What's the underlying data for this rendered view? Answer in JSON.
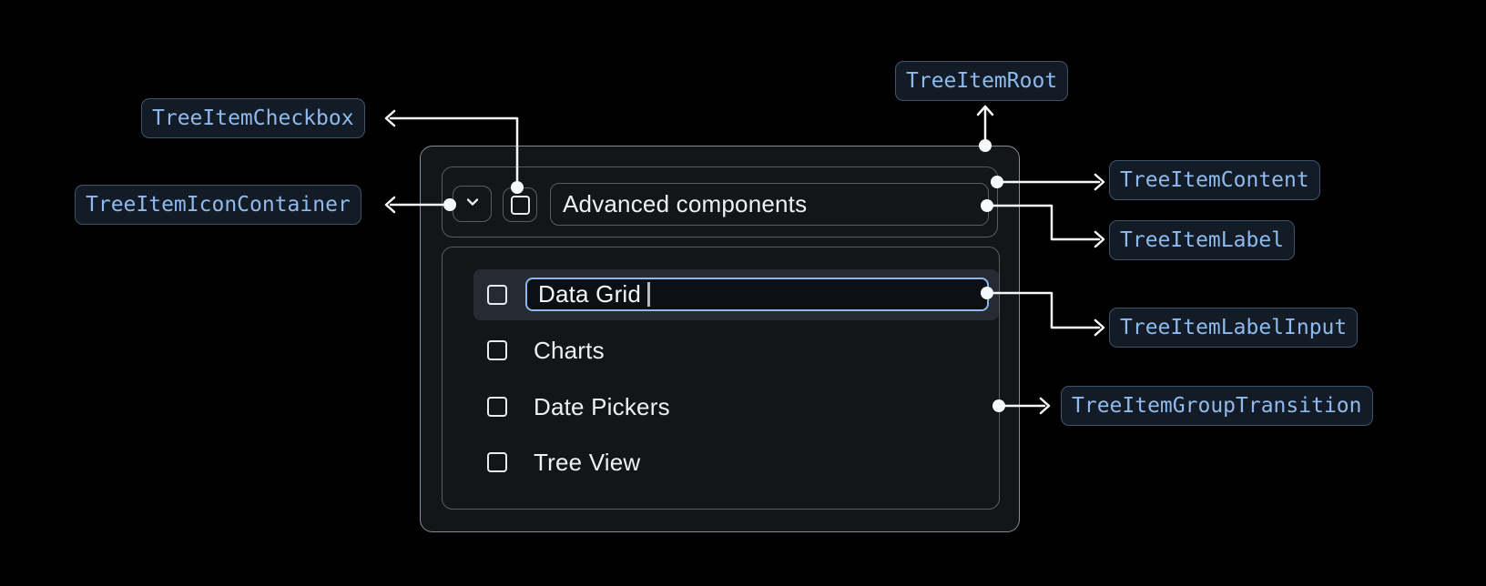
{
  "annotations": {
    "root": "TreeItemRoot",
    "checkbox": "TreeItemCheckbox",
    "icon_container": "TreeItemIconContainer",
    "content": "TreeItemContent",
    "label": "TreeItemLabel",
    "label_input": "TreeItemLabelInput",
    "group_transition": "TreeItemGroupTransition"
  },
  "tree": {
    "parent": {
      "label": "Advanced components",
      "expanded": true,
      "checked": false
    },
    "children": [
      {
        "label": "Data Grid",
        "input_value": "Data Grid",
        "editing": true,
        "checked": false,
        "selected": true
      },
      {
        "label": "Charts",
        "checked": false
      },
      {
        "label": "Date Pickers",
        "checked": false
      },
      {
        "label": "Tree View",
        "checked": false
      }
    ]
  },
  "colors": {
    "page_background": "#000000",
    "card_background": "#131519",
    "card_border": "#878d94",
    "inner_border": "#585d64",
    "selected_row_background": "#262b33",
    "input_border": "#8cb8ef",
    "input_background": "#0c0f13",
    "chip_background": "#131b26",
    "chip_border": "#415469",
    "chip_text": "#8fbaec",
    "text": "#eef0f2",
    "connector": "#f6f8fa"
  }
}
